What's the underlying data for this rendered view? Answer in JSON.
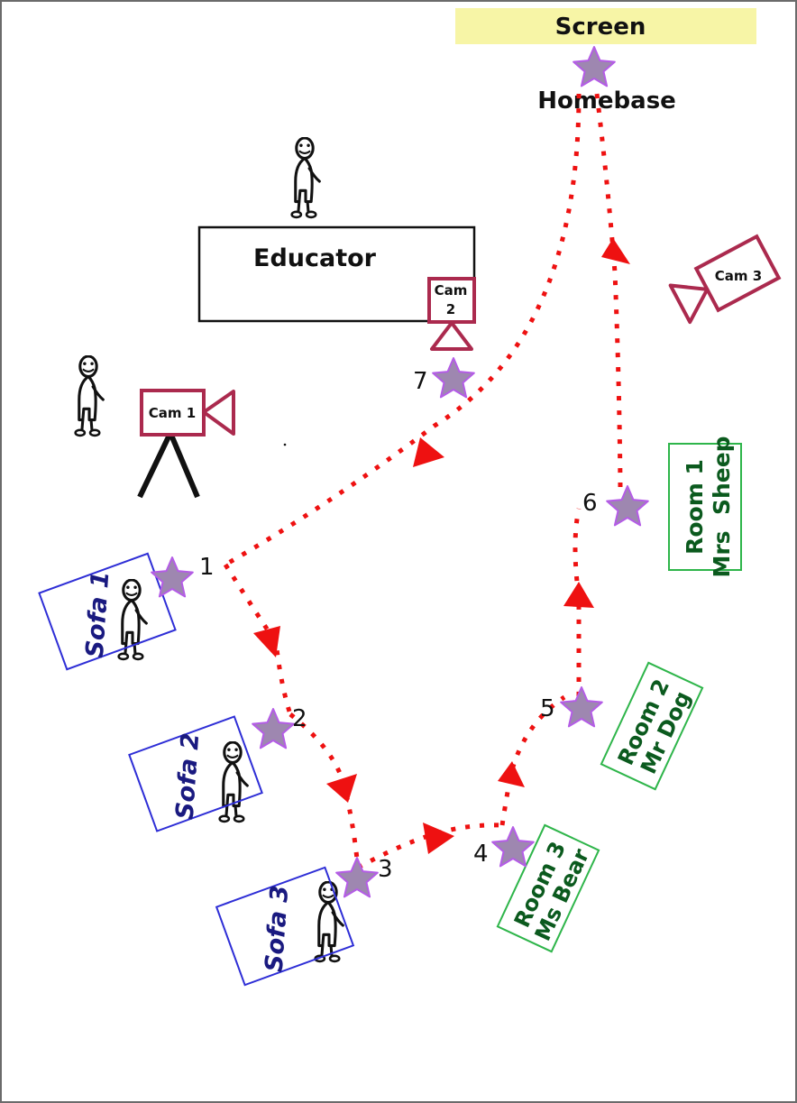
{
  "colors": {
    "screen_fill": "#f7f5a6",
    "path": "#ee1111",
    "star_fill": "#9e87b0",
    "star_stroke": "#b45ce6",
    "camera": "#ab2a4e",
    "sofa": "#2e2ed6",
    "room_border": "#2eb54a",
    "room_text": "#0b5a1e"
  },
  "screen": {
    "label": "Screen"
  },
  "homebase": {
    "label": "Homebase"
  },
  "educator": {
    "label": "Educator"
  },
  "cameras": [
    {
      "id": "cam1",
      "label": "Cam 1",
      "icon": "video-camera-icon"
    },
    {
      "id": "cam2",
      "line1": "Cam",
      "line2": "2",
      "icon": "video-camera-icon"
    },
    {
      "id": "cam3",
      "label": "Cam 3",
      "icon": "video-camera-icon"
    }
  ],
  "sofas": [
    {
      "label": "Sofa 1"
    },
    {
      "label": "Sofa 2"
    },
    {
      "label": "Sofa 3"
    }
  ],
  "rooms": [
    {
      "line1": "Room 1",
      "line2": "Mrs  Sheep"
    },
    {
      "line1": "Room 2",
      "line2": "Mr Dog"
    },
    {
      "line1": "Room 3",
      "line2": "Ms Bear"
    }
  ],
  "stops": [
    "1",
    "2",
    "3",
    "4",
    "5",
    "6",
    "7"
  ]
}
